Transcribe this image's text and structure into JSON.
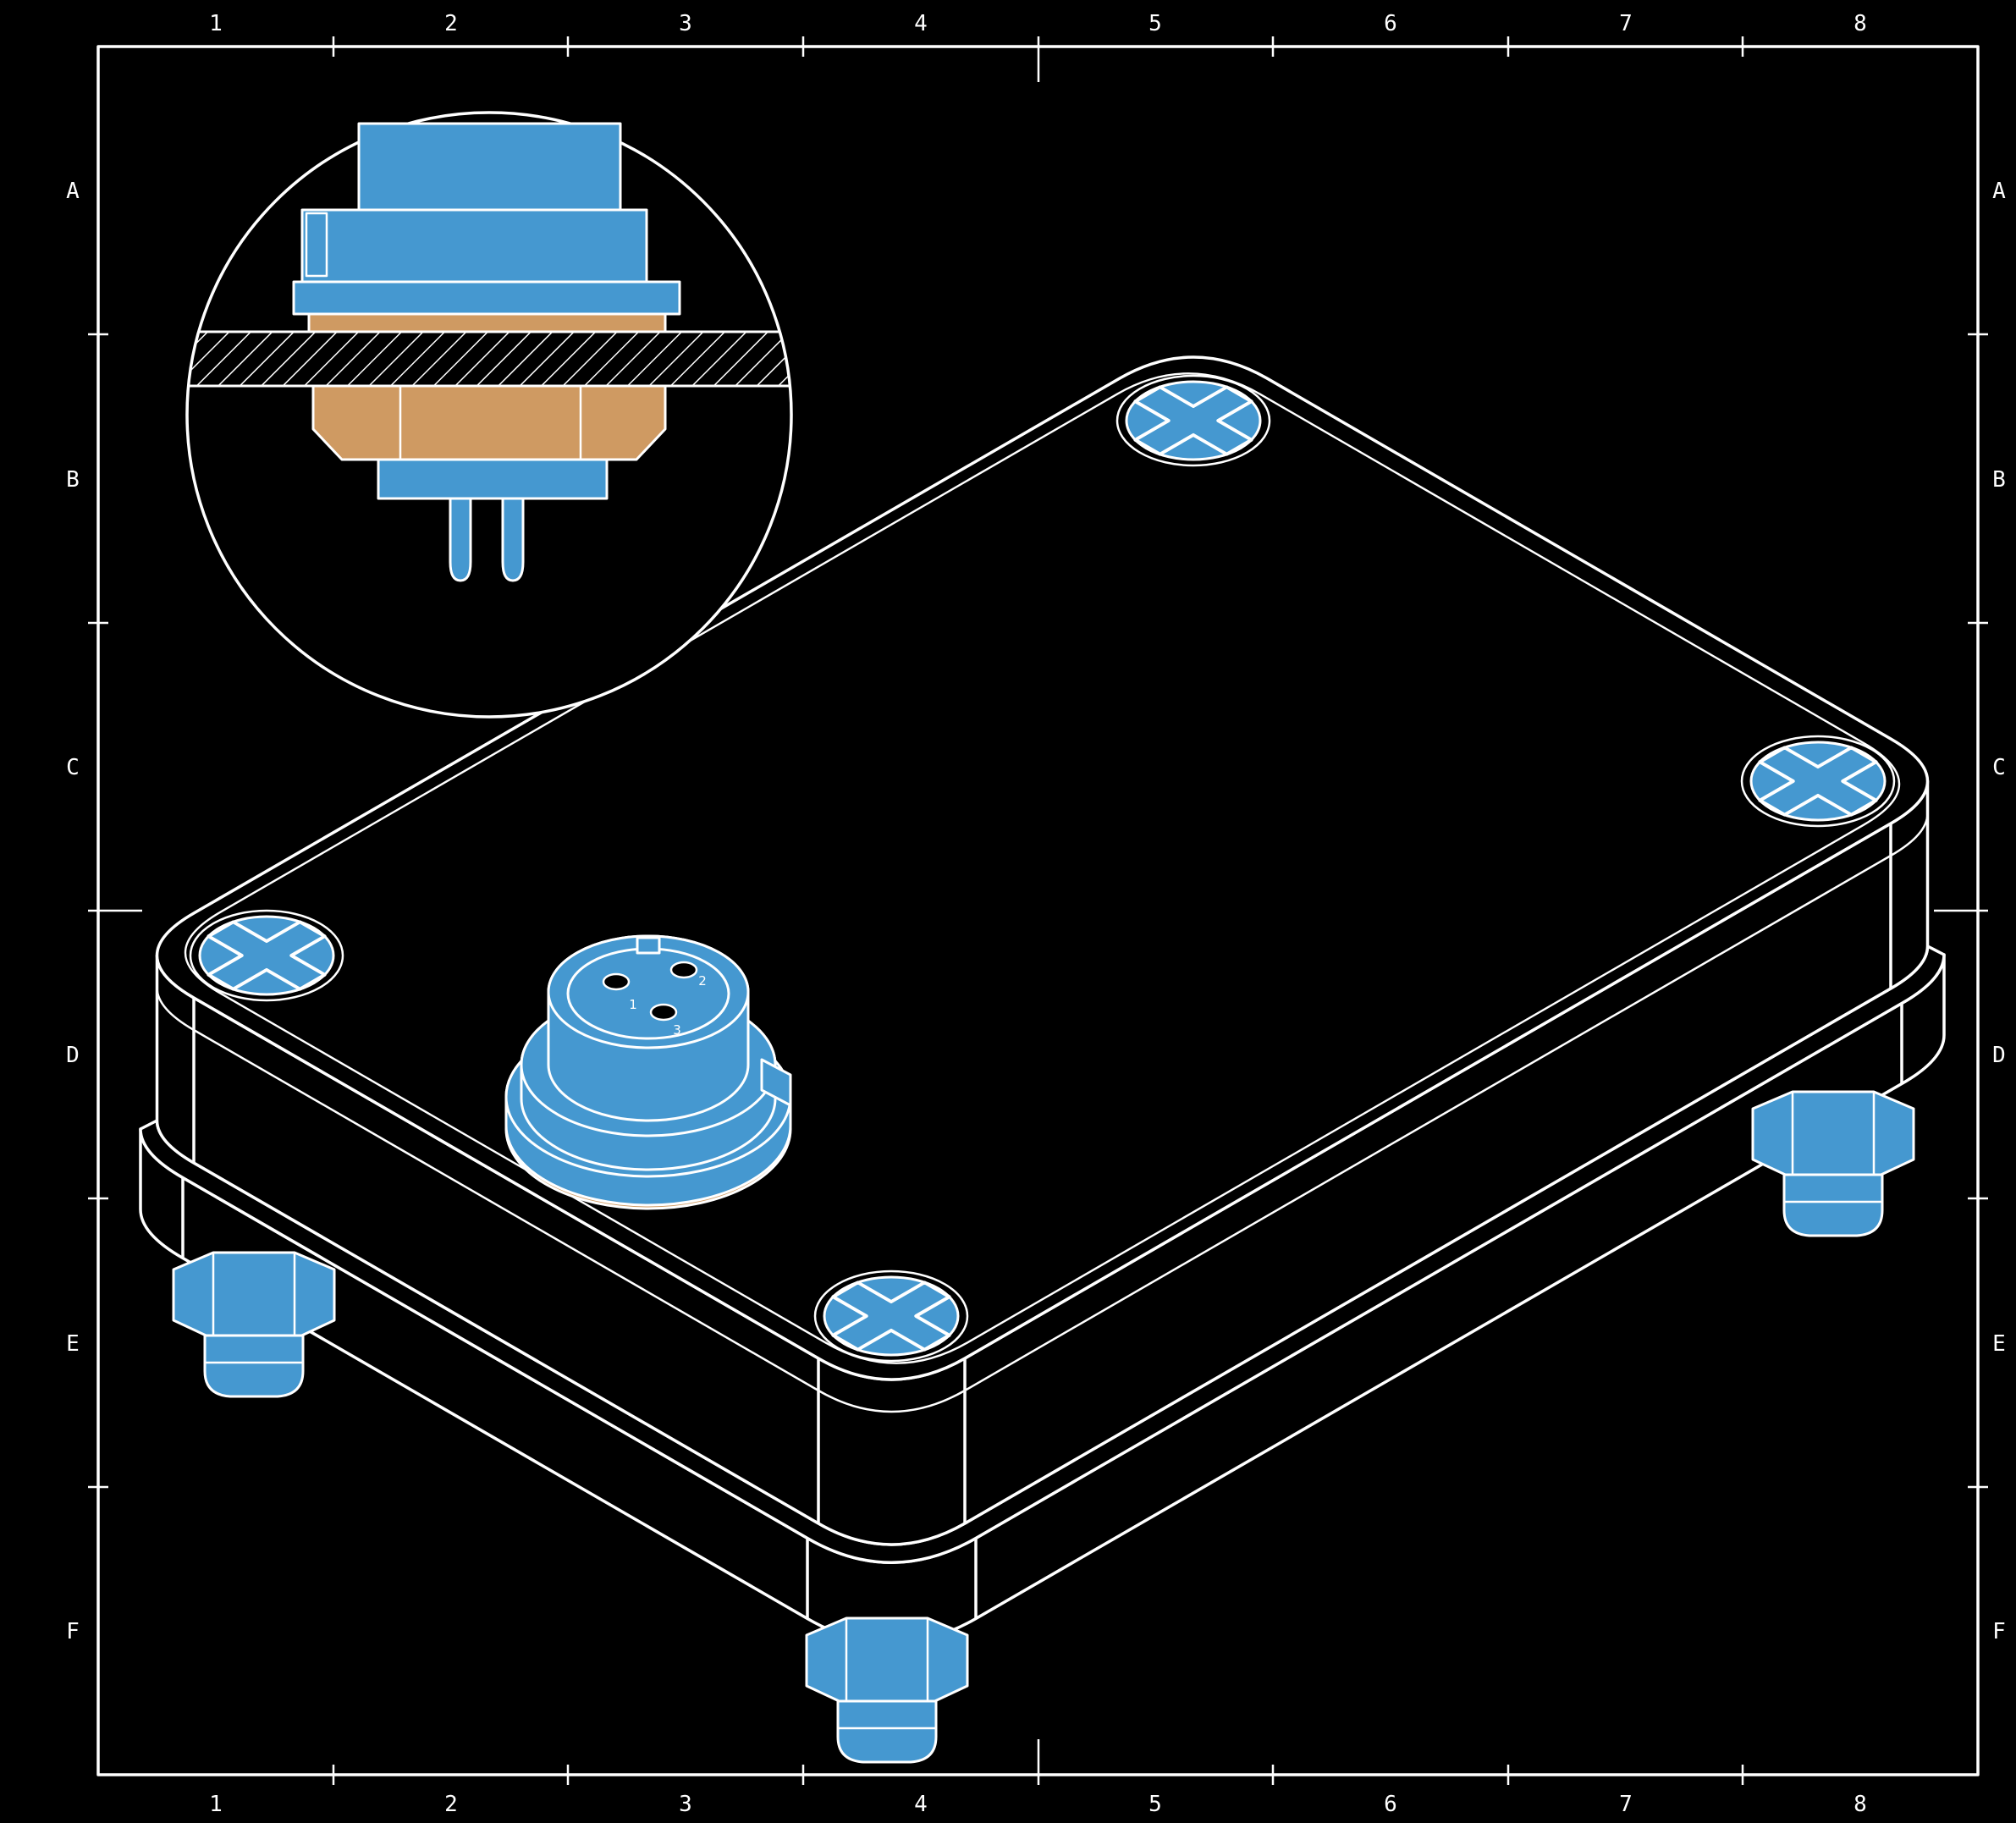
{
  "colors": {
    "background": "#000000",
    "line": "#ffffff",
    "accent_blue": "#4598d0",
    "accent_orange": "#cf9a62"
  },
  "grid": {
    "columns": [
      "1",
      "2",
      "3",
      "4",
      "5",
      "6",
      "7",
      "8"
    ],
    "rows": [
      "A",
      "B",
      "C",
      "D",
      "E",
      "F"
    ]
  },
  "connector": {
    "pin_labels": [
      "1",
      "2",
      "3"
    ]
  }
}
